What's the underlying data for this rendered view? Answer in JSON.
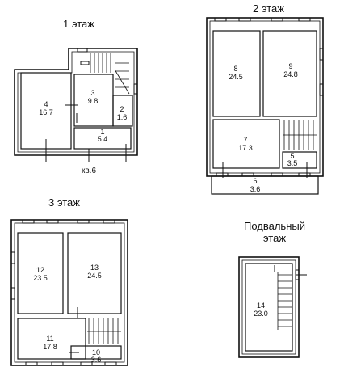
{
  "floors": {
    "floor1": {
      "title": "1 этаж",
      "apartment_label": "кв.6",
      "rooms": [
        {
          "num": "4",
          "area": "16.7"
        },
        {
          "num": "3",
          "area": "9.8"
        },
        {
          "num": "2",
          "area": "1.6"
        },
        {
          "num": "1",
          "area": "5.4"
        }
      ]
    },
    "floor2": {
      "title": "2 этаж",
      "rooms": [
        {
          "num": "8",
          "area": "24.5"
        },
        {
          "num": "9",
          "area": "24.8"
        },
        {
          "num": "7",
          "area": "17.3"
        },
        {
          "num": "5",
          "area": "3.5"
        },
        {
          "num": "6",
          "area": "3.6"
        }
      ]
    },
    "floor3": {
      "title": "3 этаж",
      "rooms": [
        {
          "num": "12",
          "area": "23.5"
        },
        {
          "num": "13",
          "area": "24.5"
        },
        {
          "num": "11",
          "area": "17.8"
        },
        {
          "num": "10",
          "area": "3.6"
        }
      ]
    },
    "basement": {
      "title": "Подвальный этаж",
      "rooms": [
        {
          "num": "14",
          "area": "23.0"
        }
      ]
    }
  }
}
